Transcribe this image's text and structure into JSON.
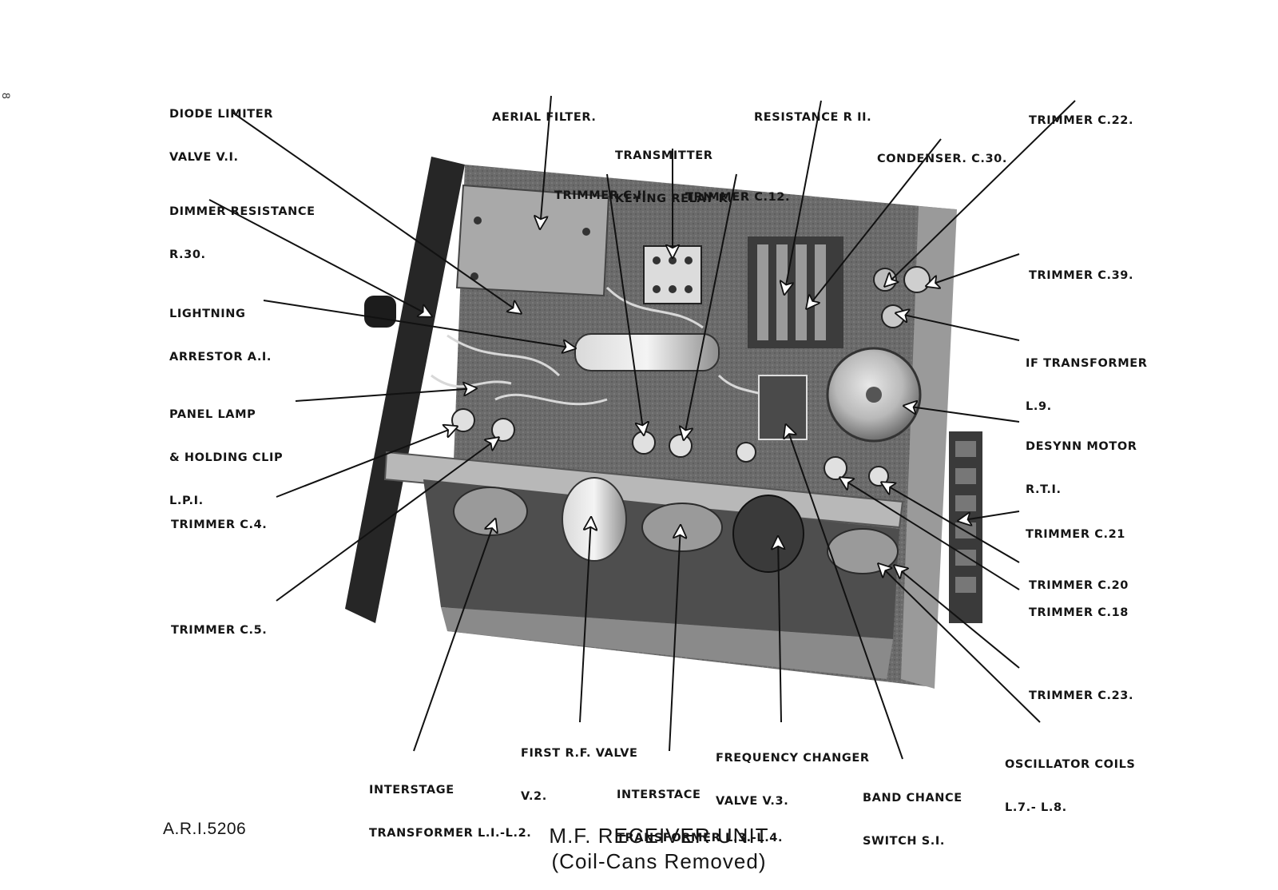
{
  "figure": {
    "caption": [
      "M.F. RECEIVER UNIT",
      "(Coil-Cans Removed)"
    ],
    "reference": "A.R.I.5206",
    "edge_mark": "8",
    "photo": {
      "subject": "receiver-chassis-photo"
    }
  },
  "labels": [
    {
      "id": "diode-limiter",
      "lines": [
        "DIODE LIMITER",
        "VALVE V.I."
      ]
    },
    {
      "id": "aerial-filter",
      "lines": [
        "AERIAL FILTER."
      ]
    },
    {
      "id": "resistance-r11",
      "lines": [
        "RESISTANCE R II."
      ]
    },
    {
      "id": "trimmer-c22",
      "lines": [
        "TRIMMER C.22."
      ]
    },
    {
      "id": "transmitter-relay",
      "lines": [
        "TRANSMITTER",
        "KEYING RELAY K."
      ]
    },
    {
      "id": "condenser-c30",
      "lines": [
        "CONDENSER. C.30."
      ]
    },
    {
      "id": "trimmer-c11",
      "lines": [
        "TRIMMER C.II."
      ]
    },
    {
      "id": "trimmer-c12",
      "lines": [
        "TRIMMER C.12."
      ]
    },
    {
      "id": "dimmer-resistance",
      "lines": [
        "DIMMER RESISTANCE",
        "R.30."
      ]
    },
    {
      "id": "trimmer-c39",
      "lines": [
        "TRIMMER C.39."
      ]
    },
    {
      "id": "lightning-arrestor",
      "lines": [
        "LIGHTNING",
        "ARRESTOR A.I."
      ]
    },
    {
      "id": "if-transformer",
      "lines": [
        "IF TRANSFORMER",
        "L.9."
      ]
    },
    {
      "id": "panel-lamp",
      "lines": [
        "PANEL LAMP",
        "& HOLDING CLIP",
        "L.P.I."
      ]
    },
    {
      "id": "desynn-motor",
      "lines": [
        "DESYNN MOTOR",
        "R.T.I."
      ]
    },
    {
      "id": "trimmer-c4",
      "lines": [
        "TRIMMER C.4."
      ]
    },
    {
      "id": "trimmer-c21",
      "lines": [
        "TRIMMER C.21"
      ]
    },
    {
      "id": "trimmer-c20",
      "lines": [
        "TRIMMER C.20"
      ]
    },
    {
      "id": "trimmer-c18",
      "lines": [
        "TRIMMER C.18"
      ]
    },
    {
      "id": "trimmer-c5",
      "lines": [
        "TRIMMER C.5."
      ]
    },
    {
      "id": "trimmer-c23",
      "lines": [
        "TRIMMER C.23."
      ]
    },
    {
      "id": "first-rf-valve",
      "lines": [
        "FIRST R.F. VALVE",
        "V.2."
      ]
    },
    {
      "id": "frequency-changer",
      "lines": [
        "FREQUENCY CHANGER",
        "VALVE V.3."
      ]
    },
    {
      "id": "oscillator-coils",
      "lines": [
        "OSCILLATOR COILS",
        "L.7.- L.8."
      ]
    },
    {
      "id": "interstage-l1l2",
      "lines": [
        "INTERSTAGE",
        "TRANSFORMER L.I.-L.2."
      ]
    },
    {
      "id": "interstage-l3l4",
      "lines": [
        "INTERSTACE",
        "TRANSFORMER L.3.-L.4."
      ]
    },
    {
      "id": "band-change",
      "lines": [
        "BAND CHANCE",
        "SWITCH S.I."
      ]
    }
  ],
  "colors": {
    "ink": "#151515",
    "paper": "#ffffff",
    "chassis": "#5a5a5a",
    "chassis_dark": "#2a2a2a"
  }
}
